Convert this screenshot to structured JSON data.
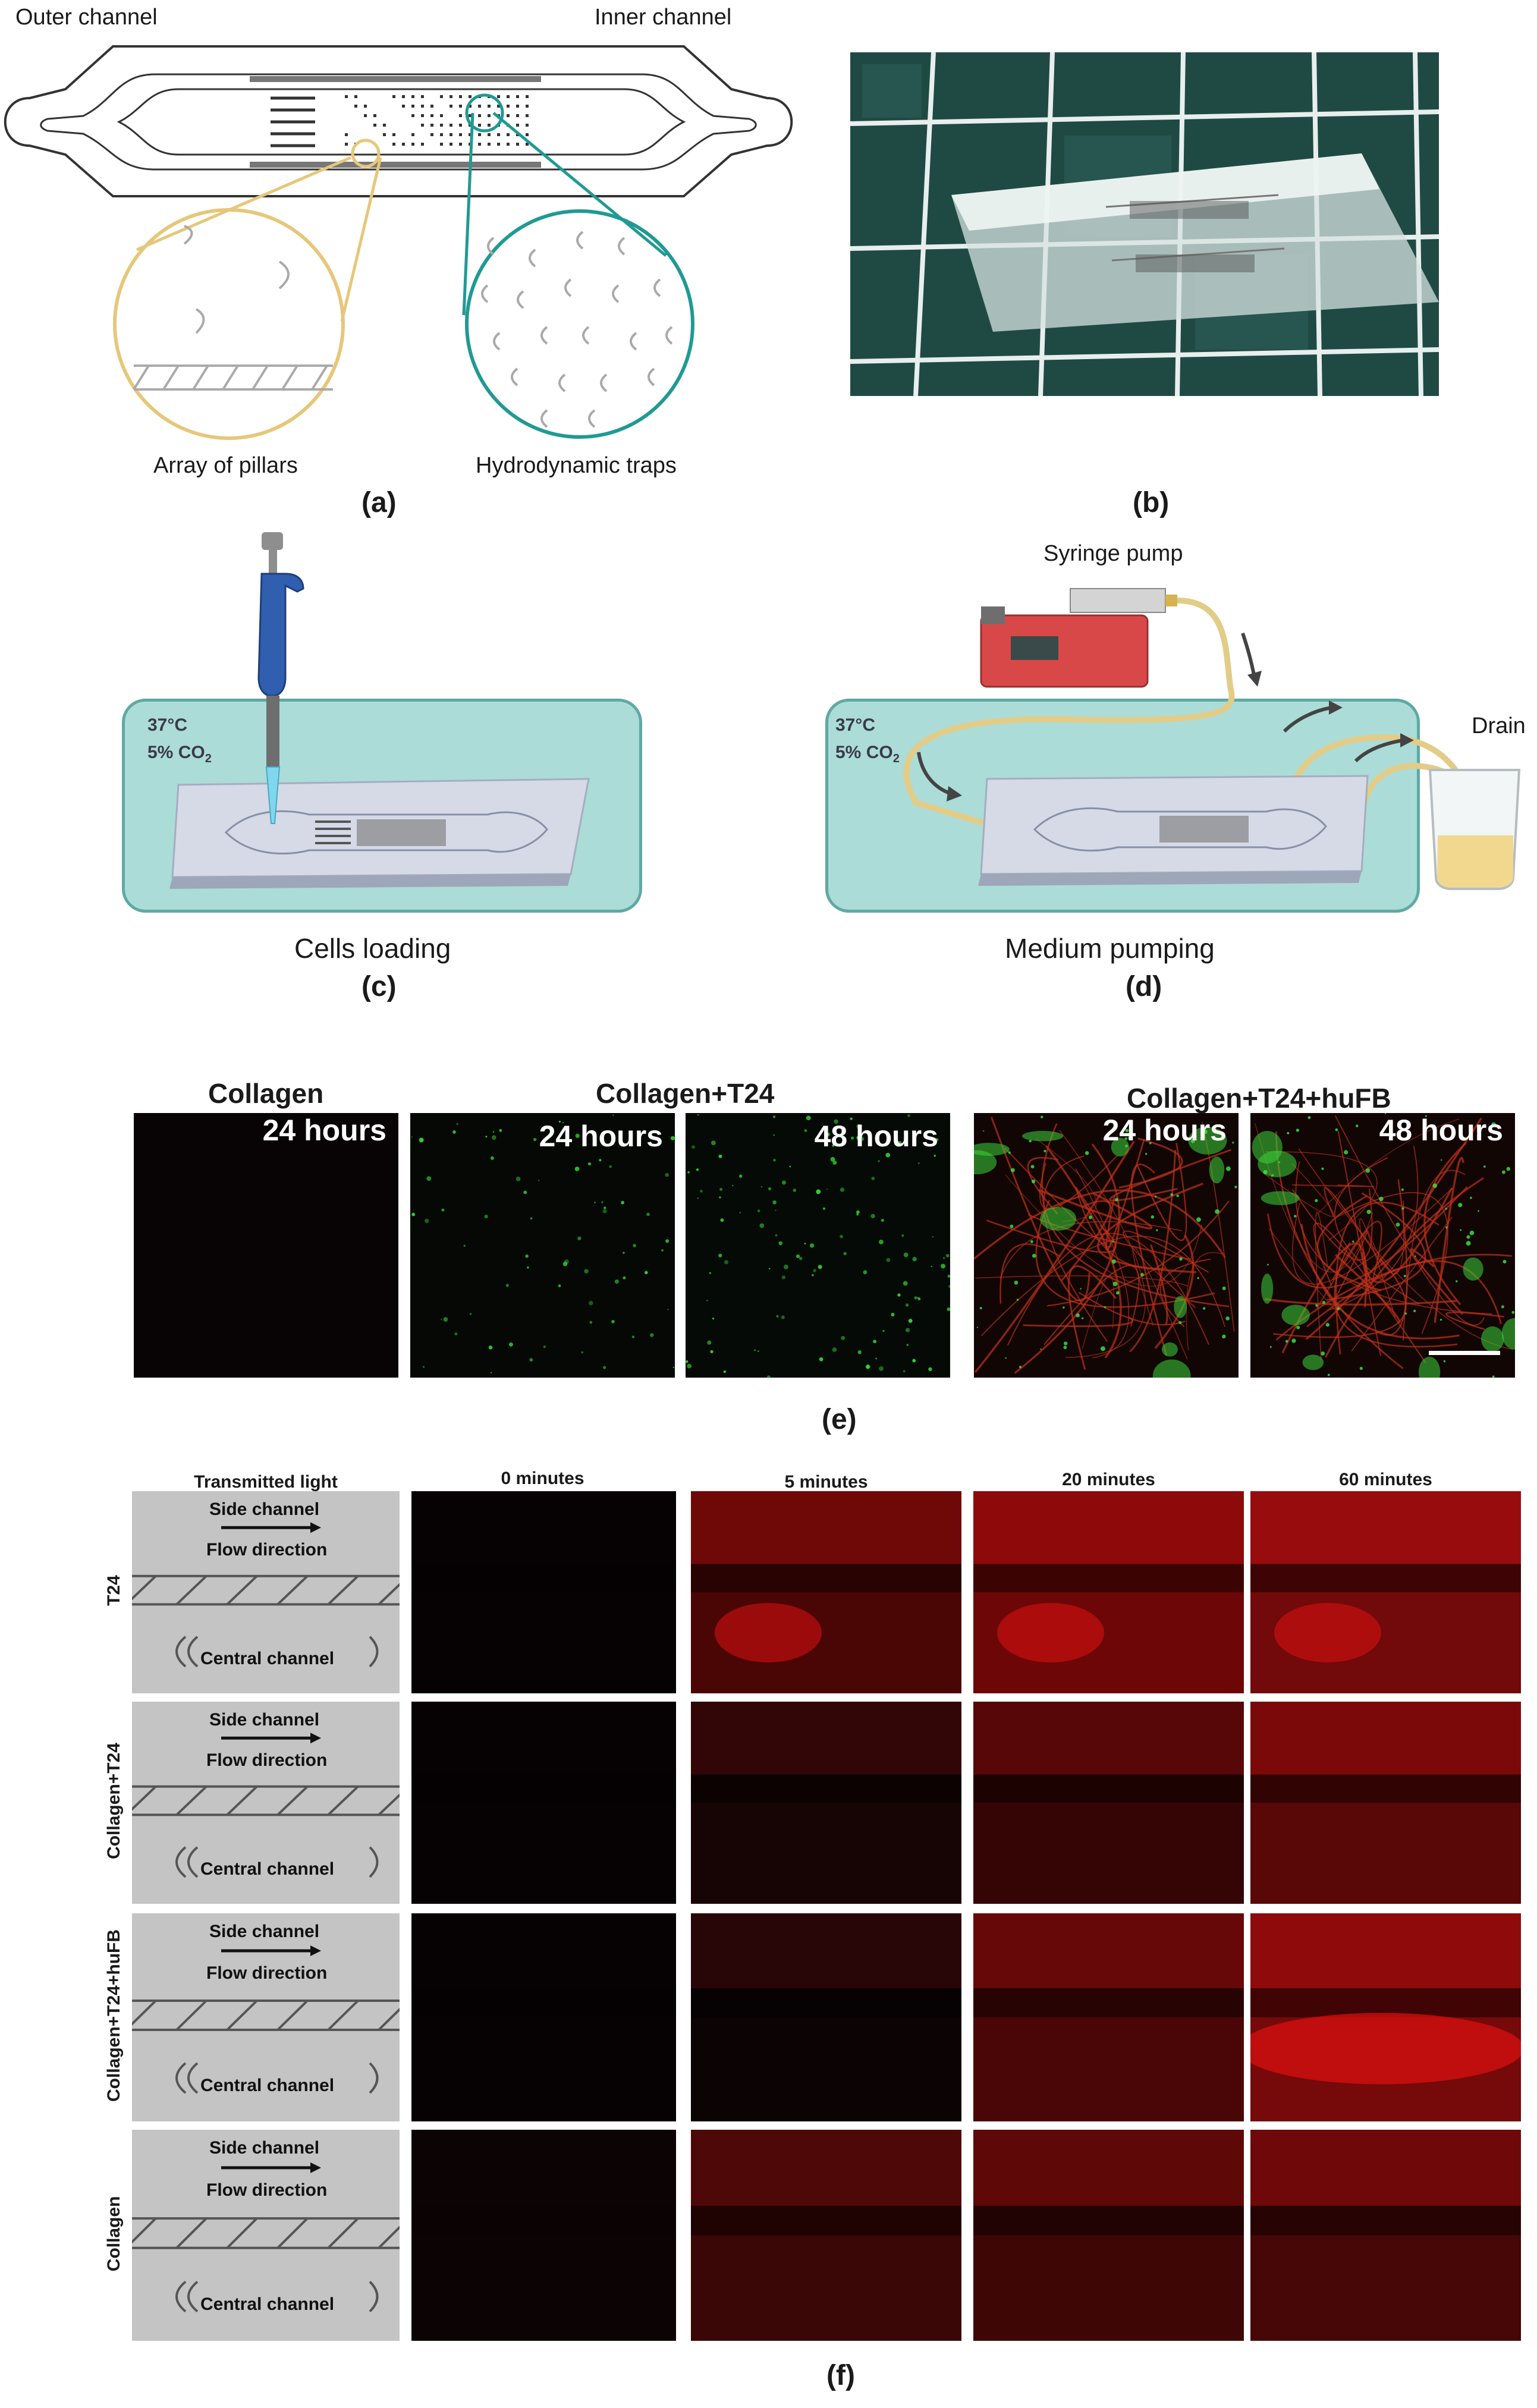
{
  "panel_a": {
    "outer_channel": "Outer channel",
    "inner_channel": "Inner channel",
    "array_of_pillars": "Array of pillars",
    "hydrodynamic_traps": "Hydrodynamic traps",
    "label": "(a)"
  },
  "panel_b": {
    "label": "(b)"
  },
  "panel_c": {
    "temp": "37°C",
    "co2": "5% CO",
    "co2_sub": "2",
    "caption": "Cells loading",
    "label": "(c)"
  },
  "panel_d": {
    "syringe_pump": "Syringe pump",
    "drain": "Drain",
    "temp": "37°C",
    "co2": "5% CO",
    "co2_sub": "2",
    "caption": "Medium pumping",
    "label": "(d)"
  },
  "panel_e": {
    "group1": "Collagen",
    "group2": "Collagen+T24",
    "group3": "Collagen+T24+huFB",
    "t24h": "24 hours",
    "t48h": "48 hours",
    "label": "(e)"
  },
  "panel_f": {
    "headers": [
      "Transmitted light",
      "0 minutes",
      "5 minutes",
      "20 minutes",
      "60 minutes"
    ],
    "rows": [
      "T24",
      "Collagen+T24",
      "Collagen+T24+huFB",
      "Collagen"
    ],
    "side_channel": "Side channel",
    "flow_direction": "Flow direction",
    "central_channel": "Central channel",
    "label": "(f)"
  },
  "colors": {
    "teal_box": "#abdcd8",
    "teal_border": "#5fa9a3",
    "pillar_zoom": "#e6c77a",
    "trap_zoom": "#1f9a93",
    "fluor_red": "#e01010",
    "fluor_green": "#31d431"
  }
}
